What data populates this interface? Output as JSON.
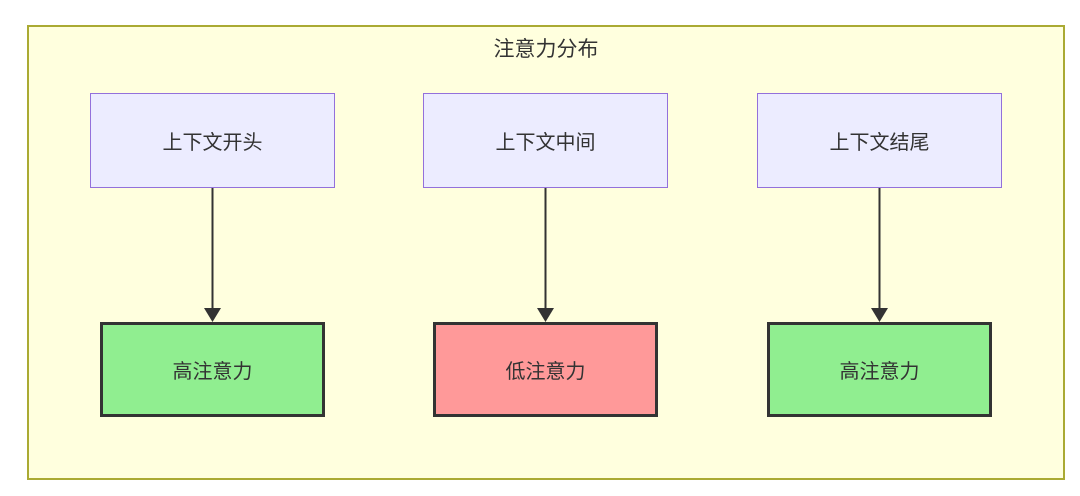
{
  "diagram": {
    "title": "注意力分布",
    "colors": {
      "canvas_background": "#ffffff",
      "container_fill": "#ffffde",
      "container_stroke": "#aaaa33",
      "source_fill": "#ececff",
      "source_stroke": "#9370db",
      "high_attention_fill": "#90ee90",
      "low_attention_fill": "#ff9999",
      "node_stroke": "#333333",
      "arrow": "#333333",
      "text": "#333333"
    },
    "columns": [
      {
        "source_label": "上下文开头",
        "target_label": "高注意力",
        "attention": "high"
      },
      {
        "source_label": "上下文中间",
        "target_label": "低注意力",
        "attention": "low"
      },
      {
        "source_label": "上下文结尾",
        "target_label": "高注意力",
        "attention": "high"
      }
    ]
  }
}
